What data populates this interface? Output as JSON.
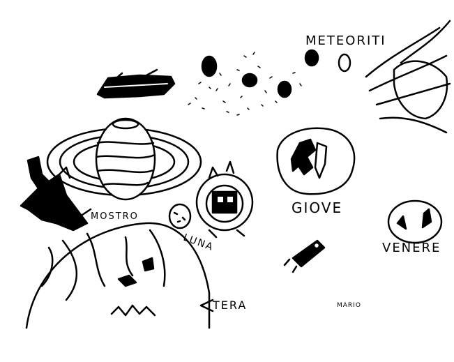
{
  "labels": {
    "meteoriti": "METEORITI",
    "giove": "GIOVE",
    "venere": "VENERE",
    "mostro": "MOSTRO",
    "luna": "LUNA",
    "tera": "TERA",
    "signature": "MARIO"
  },
  "colors": {
    "ink": "#000000",
    "paper": "#ffffff"
  }
}
